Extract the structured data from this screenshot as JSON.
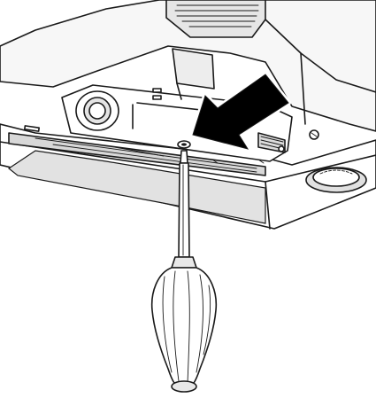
{
  "illustration": {
    "parts": [
      "projector-chassis",
      "lamp-cover",
      "cover-screw",
      "screwdriver",
      "slide-direction-arrow",
      "focus-ring",
      "adjuster-foot"
    ],
    "colors": {
      "outline": "#1a1a1a",
      "body_fill": "#ffffff",
      "shade_light": "#e9e9e9",
      "shade_mid": "#cfcfcf",
      "arrow_fill": "#000000"
    }
  }
}
